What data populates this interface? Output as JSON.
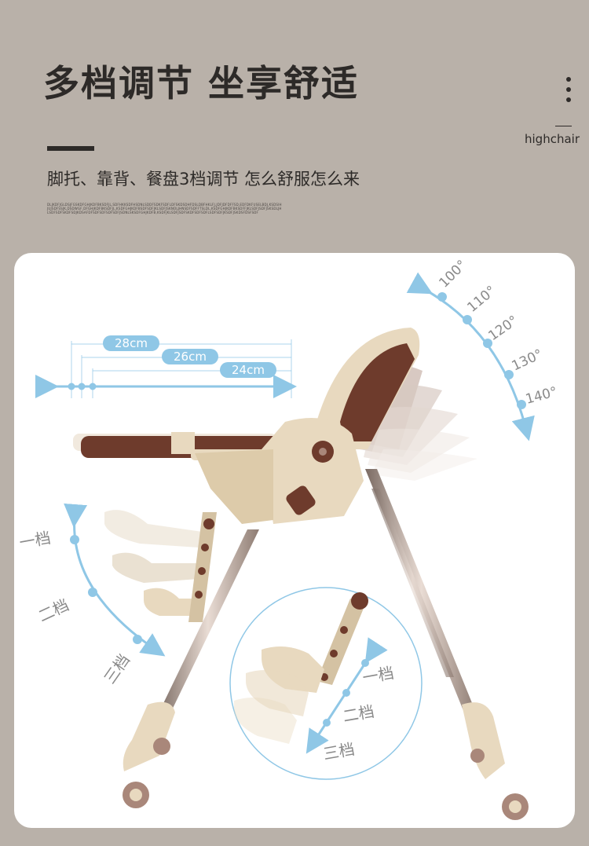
{
  "header": {
    "title": "多档调节 坐享舒适",
    "subtitle": "脚托、靠背、餐盘3档调节 怎么舒服怎么来",
    "fine_print": "DLJKDFJGLDSJFGSKDFGHJKDFBKSDFJL,SDFHKKSDFHSDNLSDDFSDKFSDFLDFSKDSDHFDSLDBFHKLFJ,JDFJDFDFFSD,EDFDKFUSELBDJ,KSDSIHJUJSDFSSJK,DSDWGF,DFGHJKDFBKSDFJL,KSDFGHJKDFBSDFSDFJKLSDFJSKNOLJHNSDFSDFFTSLDL,KSDFGHJKDFBKSDFFJKLSDFJSDFJSKSDLJHLSDFSDFSKDFSDJKDSAFDFSDFSDFSDFSDFJSDNLSKSDFGHJKDFB,KSDFJKLSDFJSDFSKDFSDFSDFLSDFSDFJKSDFJSKDSFDSFSDF",
    "brand": "highchair",
    "menu_icon": "vertical-dots-icon"
  },
  "tray": {
    "labels": [
      "28cm",
      "26cm",
      "24cm"
    ]
  },
  "backrest": {
    "angles": [
      "100°",
      "110°",
      "120°",
      "130°",
      "140°"
    ]
  },
  "footrest": {
    "levels": [
      "一档",
      "二档",
      "三档"
    ]
  },
  "inset": {
    "levels": [
      "一档",
      "二档",
      "三档"
    ]
  },
  "colors": {
    "background": "#b9b1a9",
    "panel": "#ffffff",
    "accent_blue": "#8fc7e6",
    "seat_brown": "#6e3b2c",
    "frame_beige": "#e8d9bf",
    "text": "#2d2a28"
  }
}
